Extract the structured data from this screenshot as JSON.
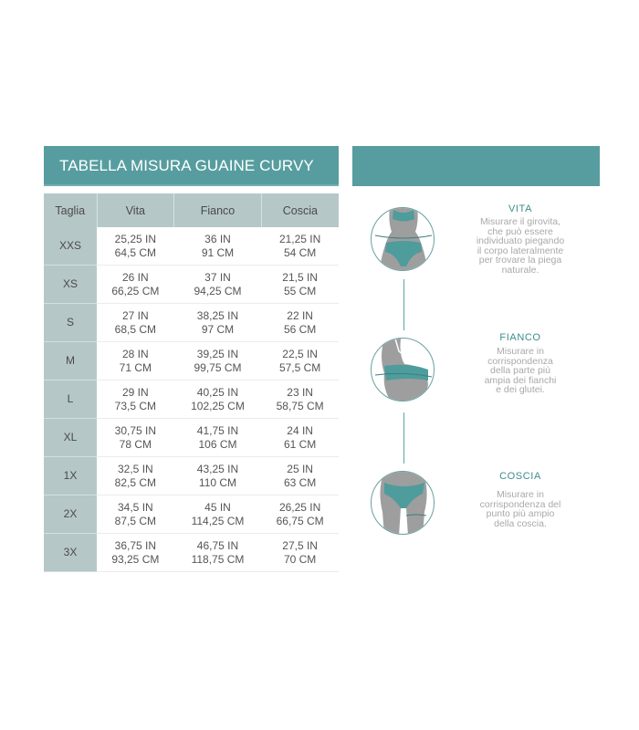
{
  "title": "TABELLA MISURA GUAINE CURVY",
  "table": {
    "headers": [
      "Taglia",
      "Vita",
      "Fianco",
      "Coscia"
    ],
    "rows": [
      {
        "size": "XXS",
        "vita_in": "25,25 IN",
        "vita_cm": "64,5 CM",
        "fianco_in": "36 IN",
        "fianco_cm": "91 CM",
        "coscia_in": "21,25 IN",
        "coscia_cm": "54 CM"
      },
      {
        "size": "XS",
        "vita_in": "26 IN",
        "vita_cm": "66,25 CM",
        "fianco_in": "37 IN",
        "fianco_cm": "94,25 CM",
        "coscia_in": "21,5 IN",
        "coscia_cm": "55 CM"
      },
      {
        "size": "S",
        "vita_in": "27 IN",
        "vita_cm": "68,5 CM",
        "fianco_in": "38,25 IN",
        "fianco_cm": "97 CM",
        "coscia_in": "22 IN",
        "coscia_cm": "56 CM"
      },
      {
        "size": "M",
        "vita_in": "28 IN",
        "vita_cm": "71 CM",
        "fianco_in": "39,25 IN",
        "fianco_cm": "99,75 CM",
        "coscia_in": "22,5 IN",
        "coscia_cm": "57,5 CM"
      },
      {
        "size": "L",
        "vita_in": "29 IN",
        "vita_cm": "73,5 CM",
        "fianco_in": "40,25 IN",
        "fianco_cm": "102,25 CM",
        "coscia_in": "23 IN",
        "coscia_cm": "58,75 CM"
      },
      {
        "size": "XL",
        "vita_in": "30,75 IN",
        "vita_cm": "78 CM",
        "fianco_in": "41,75 IN",
        "fianco_cm": "106 CM",
        "coscia_in": "24 IN",
        "coscia_cm": "61 CM"
      },
      {
        "size": "1X",
        "vita_in": "32,5 IN",
        "vita_cm": "82,5 CM",
        "fianco_in": "43,25 IN",
        "fianco_cm": "110 CM",
        "coscia_in": "25 IN",
        "coscia_cm": "63 CM"
      },
      {
        "size": "2X",
        "vita_in": "34,5 IN",
        "vita_cm": "87,5 CM",
        "fianco_in": "45 IN",
        "fianco_cm": "114,25 CM",
        "coscia_in": "26,25 IN",
        "coscia_cm": "66,75 CM"
      },
      {
        "size": "3X",
        "vita_in": "36,75 IN",
        "vita_cm": "93,25 CM",
        "fianco_in": "46,75 IN",
        "fianco_cm": "118,75 CM",
        "coscia_in": "27,5 IN",
        "coscia_cm": "70 CM"
      }
    ]
  },
  "guide": {
    "vita": {
      "title": "VITA",
      "lines": [
        "Misurare il girovita,",
        "che può essere",
        "individuato piegando",
        "il corpo lateralmente",
        "per trovare la piega",
        "naturale."
      ]
    },
    "fianco": {
      "title": "FIANCO",
      "lines": [
        "Misurare in",
        "corrispondenza",
        "della parte più",
        "ampia dei fianchi",
        "e dei glutei."
      ]
    },
    "coscia": {
      "title": "COSCIA",
      "lines": [
        "Misurare in",
        "corrispondenza del",
        "punto più ampio",
        "della coscia."
      ]
    }
  },
  "colors": {
    "accent": "#579d9f",
    "header_bg": "#b6c7c8",
    "body_grey": "#9e9e9e",
    "garment": "#4e9c9c"
  },
  "icons": [
    "waist-figure-icon",
    "hip-figure-icon",
    "thigh-figure-icon"
  ]
}
